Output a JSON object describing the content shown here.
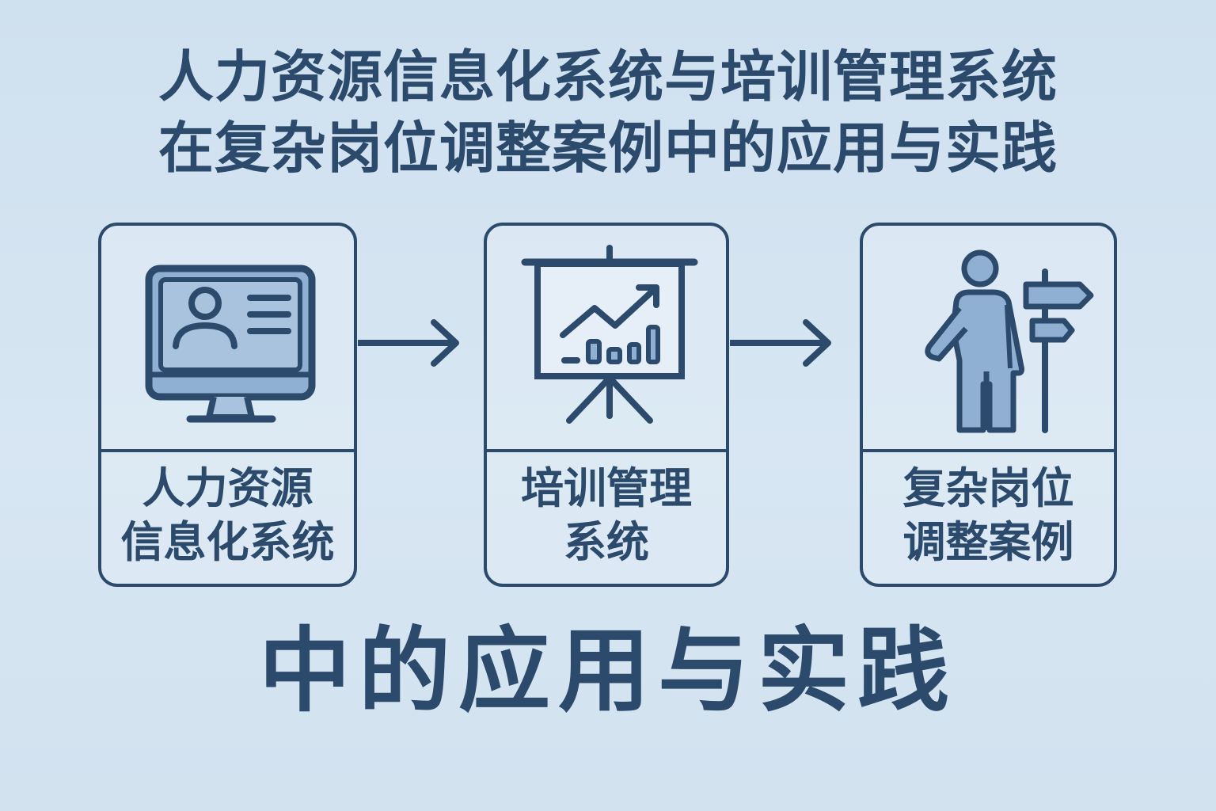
{
  "title": {
    "line1": "人力资源信息化系统与培训管理系统",
    "line2": "在复杂岗位调整案例中的应用与实践"
  },
  "cards": [
    {
      "icon": "computer-monitor-profile-icon",
      "label_line1": "人力资源",
      "label_line2": "信息化系统"
    },
    {
      "icon": "presentation-board-chart-icon",
      "label_line1": "培训管理",
      "label_line2": "系统"
    },
    {
      "icon": "person-signpost-icon",
      "label_line1": "复杂岗位",
      "label_line2": "调整案例"
    }
  ],
  "connectors": [
    "arrow-right-icon",
    "arrow-right-icon"
  ],
  "bottom_title": "中的应用与实践",
  "colors": {
    "primary": "#2c4a6b",
    "icon_fill": "#8fb0d2",
    "background": "#d3e3f0"
  }
}
